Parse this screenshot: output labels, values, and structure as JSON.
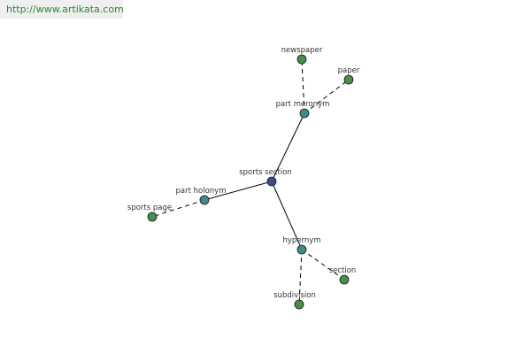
{
  "site": {
    "url": "http://www.artikata.com"
  },
  "graph": {
    "center": "sports section",
    "nodes": {
      "sports_section": {
        "label": "sports section",
        "color": "#3c4a8a"
      },
      "part_meronym": {
        "label": "part meronym",
        "color": "#3c8c8c"
      },
      "newspaper": {
        "label": "newspaper",
        "color": "#4a8c4a"
      },
      "paper": {
        "label": "paper",
        "color": "#4a8c4a"
      },
      "part_holonym": {
        "label": "part holonym",
        "color": "#3c8c8c"
      },
      "sports_page": {
        "label": "sports page",
        "color": "#4a8c4a"
      },
      "hypernym": {
        "label": "hypernym",
        "color": "#3c8c8c"
      },
      "section": {
        "label": "section",
        "color": "#4a8c4a"
      },
      "subdivision": {
        "label": "subdivision",
        "color": "#4a8c4a"
      }
    },
    "edges": [
      {
        "from": "sports_section",
        "to": "part_meronym",
        "style": "solid"
      },
      {
        "from": "sports_section",
        "to": "part_holonym",
        "style": "solid"
      },
      {
        "from": "sports_section",
        "to": "hypernym",
        "style": "solid"
      },
      {
        "from": "part_meronym",
        "to": "newspaper",
        "style": "dashed"
      },
      {
        "from": "part_meronym",
        "to": "paper",
        "style": "dashed"
      },
      {
        "from": "part_holonym",
        "to": "sports_page",
        "style": "dashed"
      },
      {
        "from": "hypernym",
        "to": "section",
        "style": "dashed"
      },
      {
        "from": "hypernym",
        "to": "subdivision",
        "style": "dashed"
      }
    ]
  }
}
